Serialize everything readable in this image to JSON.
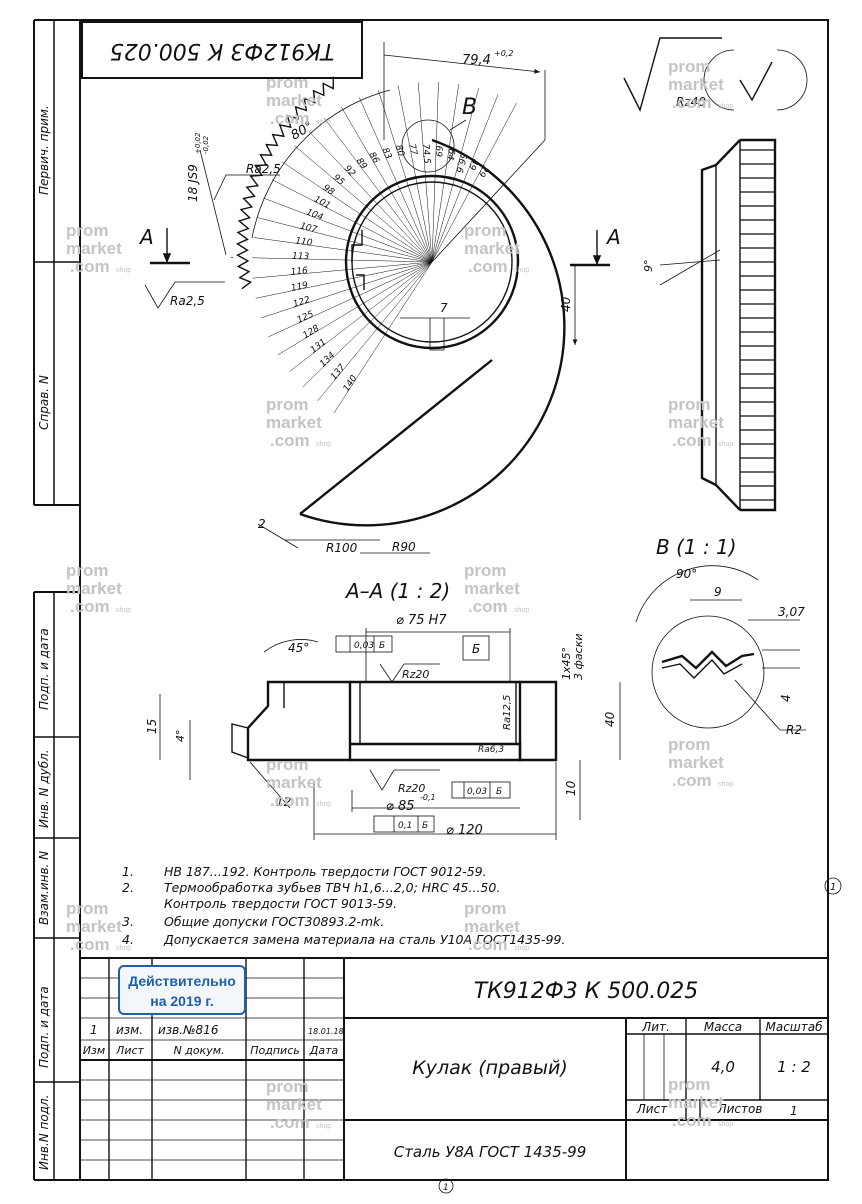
{
  "drawing": {
    "code": "ТК912Ф3 К 500.025",
    "code_mirrored": "ТК912Ф3 К 500.025",
    "part_name": "Кулак (правый)",
    "material": "Сталь У8А ГОСТ 1435-99",
    "mass": "4,0",
    "scale": "1 : 2",
    "sheets_count": "1",
    "sheet_marker": "1"
  },
  "title_block_headers": {
    "lit": "Лит.",
    "mass": "Масса",
    "scale": "Масштаб",
    "sheet": "Лист",
    "sheets": "Листов",
    "change_cols": [
      "Изм",
      "Лист",
      "N докум.",
      "Подпись",
      "Дата"
    ]
  },
  "revision": {
    "num": "1",
    "type": "изм.",
    "doc": "изв.№816",
    "date": "18.01.18"
  },
  "stamp": {
    "line1": "Действительно",
    "line2": "на 2019 г."
  },
  "side_labels": [
    "Первич. прим.",
    "Справ. N",
    "Подп. и дата",
    "Инв. N дубл.",
    "Взам.инв. N",
    "Подп. и дата",
    "Инв.N подл."
  ],
  "sections": {
    "aa": "А–А  (1 : 2)",
    "b": "В  (1 : 1)",
    "b_mark": "В",
    "a_left": "А",
    "a_right": "А"
  },
  "dimensions": {
    "d794": "79,4",
    "d794_tol": "+0,2",
    "a80": "80°",
    "d18": "18 JS9",
    "d18_tol1": "+0,02",
    "d18_tol2": "-0,02",
    "ra25a": "Ra2,5",
    "ra25b": "Ra2,5",
    "rz40": "Rz40",
    "d40": "40",
    "d7": "7",
    "d2": "2",
    "r100": "R100",
    "r90": "R90",
    "a9": "9°",
    "d75": "⌀ 75 H7",
    "a45": "45°",
    "tol003a": "0,03",
    "datum_b": "Б",
    "rz20a": "Rz20",
    "chamfer": "1х45°",
    "chamfer2": "3 фаски",
    "ra125": "Ra12,5",
    "ra63": "Ra6,3",
    "d40b": "40",
    "d15": "15",
    "a4": "4°",
    "d12": "12",
    "rz20b": "Rz20",
    "d85": "⌀ 85",
    "d85_tol": "-0,1",
    "tol003b": "0,03",
    "d10": "10",
    "tol01": "0,1",
    "d120": "⌀ 120",
    "a90": "90°",
    "b9": "9",
    "b307": "3,07",
    "b4": "4",
    "br2": "R2"
  },
  "tooth_labels": [
    "29",
    "49",
    "56,6",
    "64",
    "69",
    "74,5",
    "77",
    "80",
    "83",
    "86",
    "89",
    "92",
    "95",
    "98",
    "101",
    "104",
    "107",
    "110",
    "113",
    "116",
    "119",
    "122",
    "125",
    "128",
    "131",
    "134",
    "137",
    "140"
  ],
  "notes": [
    {
      "n": "1.",
      "t": "НВ 187...192. Контроль твердости ГОСТ 9012-59."
    },
    {
      "n": "2.",
      "t": "Термообработка зубьев ТВЧ h1,6...2,0;  HRC 45...50."
    },
    {
      "n": "",
      "t": "Контроль твердости ГОСТ 9013-59."
    },
    {
      "n": "3.",
      "t": "Общие  допуски ГОСТ30893.2-mk."
    },
    {
      "n": "4.",
      "t": "Допускается замена материала на сталь У10А ГОСТ1435-99."
    }
  ],
  "watermark": {
    "l1": "prom",
    "l2": "market",
    "l3": "com",
    "shop": "shop"
  }
}
